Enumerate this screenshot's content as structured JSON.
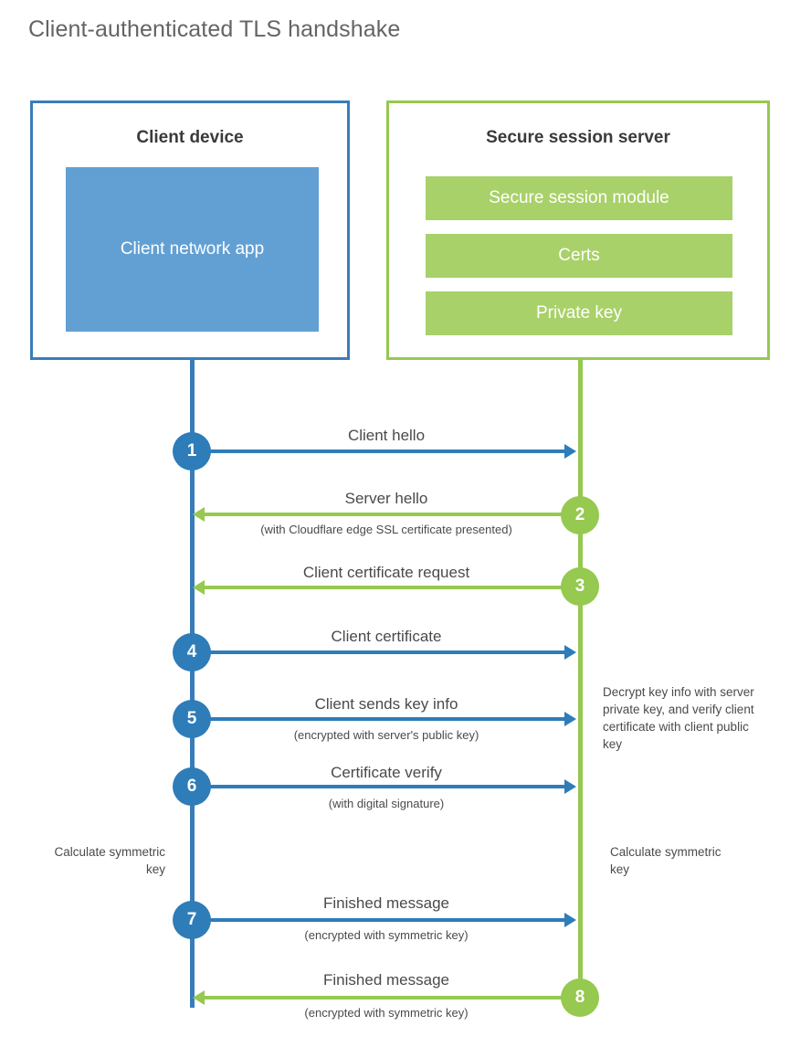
{
  "title": "Client-authenticated TLS handshake",
  "colors": {
    "client_blue": "#3a7cba",
    "client_app_fill": "#62a0d3",
    "server_green": "#95c94f",
    "server_block_fill": "#a8d169",
    "arrow_blue": "#2e7cb8",
    "text_gray": "#4a4a4a",
    "title_gray": "#646464"
  },
  "client_panel": {
    "title": "Client device",
    "app_label": "Client network app"
  },
  "server_panel": {
    "title": "Secure session server",
    "blocks": [
      {
        "label": "Secure session module"
      },
      {
        "label": "Certs"
      },
      {
        "label": "Private key"
      }
    ]
  },
  "steps": [
    {
      "number": "1",
      "label": "Client hello",
      "sublabel": "",
      "direction": "client-to-server",
      "color": "blue"
    },
    {
      "number": "2",
      "label": "Server hello",
      "sublabel": "(with Cloudflare edge SSL certificate presented)",
      "direction": "server-to-client",
      "color": "green"
    },
    {
      "number": "3",
      "label": "Client certificate request",
      "sublabel": "",
      "direction": "server-to-client",
      "color": "green"
    },
    {
      "number": "4",
      "label": "Client certificate",
      "sublabel": "",
      "direction": "client-to-server",
      "color": "blue"
    },
    {
      "number": "5",
      "label": "Client sends key info",
      "sublabel": "(encrypted with server's public key)",
      "direction": "client-to-server",
      "color": "blue"
    },
    {
      "number": "6",
      "label": "Certificate verify",
      "sublabel": "(with digital signature)",
      "direction": "client-to-server",
      "color": "blue"
    },
    {
      "number": "7",
      "label": "Finished message",
      "sublabel": "(encrypted with symmetric key)",
      "direction": "client-to-server",
      "color": "blue"
    },
    {
      "number": "8",
      "label": "Finished message",
      "sublabel": "(encrypted with symmetric key)",
      "direction": "server-to-client",
      "color": "green"
    }
  ],
  "annotations": {
    "server_decrypt_note": "Decrypt key info with server private key, and verify client certificate with client public key",
    "client_calculate_note": "Calculate symmetric key",
    "server_calculate_note": "Calculate symmetric key"
  }
}
